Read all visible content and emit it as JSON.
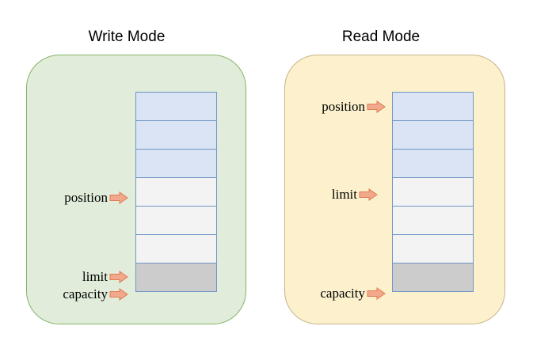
{
  "panels": [
    {
      "title": "Write Mode",
      "pointers": [
        {
          "label": "position",
          "cell_index": 3
        },
        {
          "label": "limit",
          "cell_index": 6
        },
        {
          "label": "capacity",
          "cell_index": 7
        }
      ]
    },
    {
      "title": "Read Mode",
      "pointers": [
        {
          "label": "position",
          "cell_index": 0
        },
        {
          "label": "limit",
          "cell_index": 3
        },
        {
          "label": "capacity",
          "cell_index": 7
        }
      ]
    }
  ],
  "buffer": {
    "cell_count": 7,
    "filled_cells": 3
  },
  "colors": {
    "write_panel_bg": "#e1edda",
    "read_panel_bg": "#fcf1cc",
    "filled_cell": "#dae4f5",
    "empty_cell": "#f3f3f3",
    "reserved_cell": "#cccccc",
    "arrow": "#f2a88a"
  }
}
